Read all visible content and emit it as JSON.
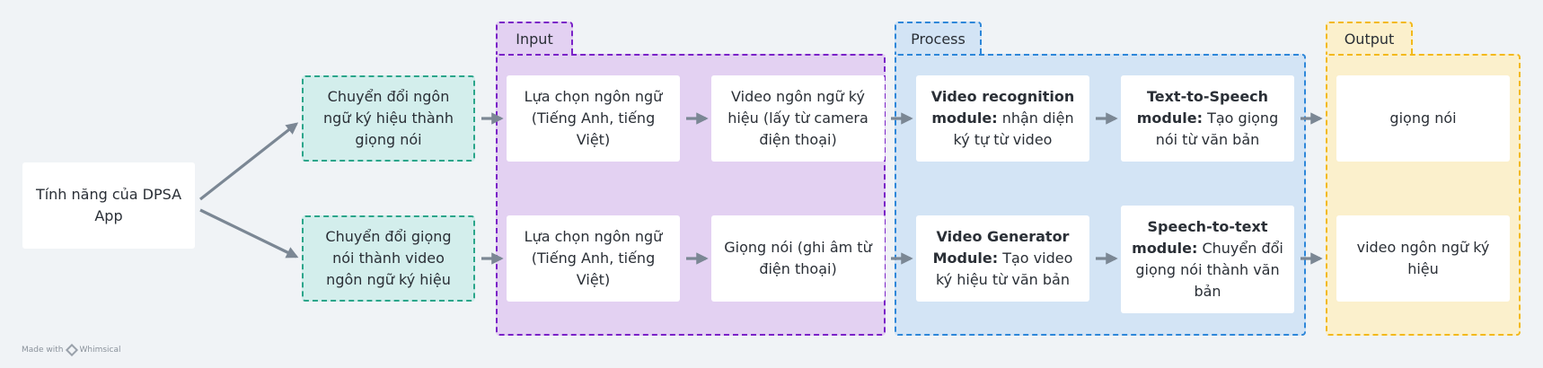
{
  "root": {
    "label": "Tính năng của DPSA App"
  },
  "features": [
    {
      "label": "Chuyển đổi ngôn ngữ ký hiệu thành giọng nói"
    },
    {
      "label": "Chuyển đổi giọng nói thành video ngôn ngữ ký hiệu"
    }
  ],
  "groups": {
    "input": "Input",
    "process": "Process",
    "output": "Output"
  },
  "rows": [
    {
      "input1": "Lựa chọn ngôn ngữ (Tiếng Anh, tiếng Việt)",
      "input2": "Video ngôn ngữ ký hiệu (lấy từ camera điện thoại)",
      "process1": {
        "bold": "Video recognition module:",
        "text": " nhận diện ký tự từ video"
      },
      "process2": {
        "bold": "Text-to-Speech module:",
        "text": " Tạo giọng nói từ văn bản"
      },
      "output": "giọng nói"
    },
    {
      "input1": "Lựa chọn ngôn ngữ (Tiếng Anh, tiếng Việt)",
      "input2": "Giọng nói (ghi âm từ điện thoại)",
      "process1": {
        "bold": "Video Generator Module:",
        "text": " Tạo video ký hiệu từ văn bản"
      },
      "process2": {
        "bold": "Speech-to-text module:",
        "text": " Chuyển đổi giọng nói thành văn bản"
      },
      "output": "video ngôn ngữ ký hiệu"
    }
  ],
  "footer": {
    "made_with": "Made with",
    "brand": "Whimsical"
  },
  "colors": {
    "input": "#7a22c7",
    "process": "#2e87d9",
    "output": "#f3b91c",
    "feature": "#2ba58a",
    "arrow": "#7b8794"
  }
}
